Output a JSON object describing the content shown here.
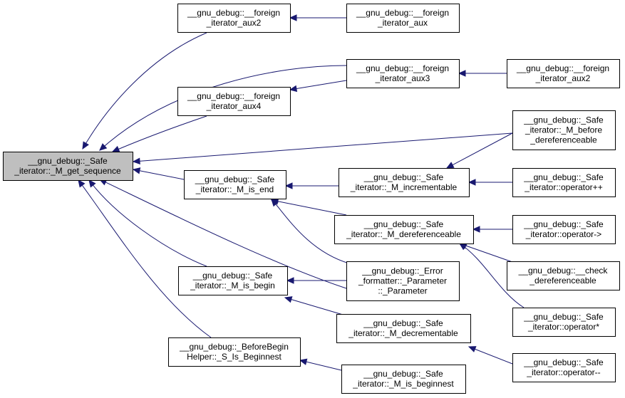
{
  "nodes": [
    {
      "id": "root",
      "lines": [
        "__gnu_debug::_Safe",
        "_iterator::_M_get_sequence"
      ],
      "selected": true
    },
    {
      "id": "fia2_left",
      "lines": [
        "__gnu_debug::__foreign",
        "_iterator_aux2"
      ]
    },
    {
      "id": "fia",
      "lines": [
        "__gnu_debug::__foreign",
        "_iterator_aux"
      ]
    },
    {
      "id": "fia3",
      "lines": [
        "__gnu_debug::__foreign",
        "_iterator_aux3"
      ]
    },
    {
      "id": "fia2_right",
      "lines": [
        "__gnu_debug::__foreign",
        "_iterator_aux2"
      ]
    },
    {
      "id": "fia4",
      "lines": [
        "__gnu_debug::__foreign",
        "_iterator_aux4"
      ]
    },
    {
      "id": "before_deref",
      "lines": [
        "__gnu_debug::_Safe",
        "_iterator::_M_before",
        "_dereferenceable"
      ]
    },
    {
      "id": "is_end",
      "lines": [
        "__gnu_debug::_Safe",
        "_iterator::_M_is_end"
      ]
    },
    {
      "id": "incrementable",
      "lines": [
        "__gnu_debug::_Safe",
        "_iterator::_M_incrementable"
      ]
    },
    {
      "id": "op_plusplus",
      "lines": [
        "__gnu_debug::_Safe",
        "_iterator::operator++"
      ]
    },
    {
      "id": "dereferenceable",
      "lines": [
        "__gnu_debug::_Safe",
        "_iterator::_M_dereferenceable"
      ]
    },
    {
      "id": "op_arrow",
      "lines": [
        "__gnu_debug::_Safe",
        "_iterator::operator->"
      ]
    },
    {
      "id": "check_deref",
      "lines": [
        "__gnu_debug::__check",
        "_dereferenceable"
      ]
    },
    {
      "id": "is_begin",
      "lines": [
        "__gnu_debug::_Safe",
        "_iterator::_M_is_begin"
      ]
    },
    {
      "id": "err_param",
      "lines": [
        "__gnu_debug::_Error",
        "_formatter::_Parameter",
        "::_Parameter"
      ]
    },
    {
      "id": "op_star",
      "lines": [
        "__gnu_debug::_Safe",
        "_iterator::operator*"
      ]
    },
    {
      "id": "decrementable",
      "lines": [
        "__gnu_debug::_Safe",
        "_iterator::_M_decrementable"
      ]
    },
    {
      "id": "before_begin",
      "lines": [
        "__gnu_debug::_BeforeBegin",
        "Helper::_S_Is_Beginnest"
      ]
    },
    {
      "id": "op_minusminus",
      "lines": [
        "__gnu_debug::_Safe",
        "_iterator::operator--"
      ]
    },
    {
      "id": "is_beginnest",
      "lines": [
        "__gnu_debug::_Safe",
        "_iterator::_M_is_beginnest"
      ]
    }
  ],
  "edges": [
    {
      "from": "fia2_left",
      "to": "root"
    },
    {
      "from": "fia3",
      "to": "root"
    },
    {
      "from": "fia4",
      "to": "root"
    },
    {
      "from": "before_deref",
      "to": "root"
    },
    {
      "from": "is_end",
      "to": "root"
    },
    {
      "from": "err_param",
      "to": "root"
    },
    {
      "from": "is_begin",
      "to": "root"
    },
    {
      "from": "before_begin",
      "to": "root"
    },
    {
      "from": "fia",
      "to": "fia2_left"
    },
    {
      "from": "fia3",
      "to": "fia4"
    },
    {
      "from": "fia2_right",
      "to": "fia3"
    },
    {
      "from": "incrementable",
      "to": "is_end"
    },
    {
      "from": "dereferenceable",
      "to": "is_end"
    },
    {
      "from": "err_param",
      "to": "is_end"
    },
    {
      "from": "before_deref",
      "to": "incrementable"
    },
    {
      "from": "op_plusplus",
      "to": "incrementable"
    },
    {
      "from": "op_arrow",
      "to": "dereferenceable"
    },
    {
      "from": "check_deref",
      "to": "dereferenceable"
    },
    {
      "from": "op_star",
      "to": "dereferenceable"
    },
    {
      "from": "err_param",
      "to": "is_begin"
    },
    {
      "from": "decrementable",
      "to": "is_begin"
    },
    {
      "from": "op_minusminus",
      "to": "decrementable"
    },
    {
      "from": "is_beginnest",
      "to": "before_begin"
    }
  ],
  "colors": {
    "edge": "#191970",
    "root_fill": "#bfbfbf",
    "node_fill": "#ffffff",
    "node_border": "#000000"
  }
}
